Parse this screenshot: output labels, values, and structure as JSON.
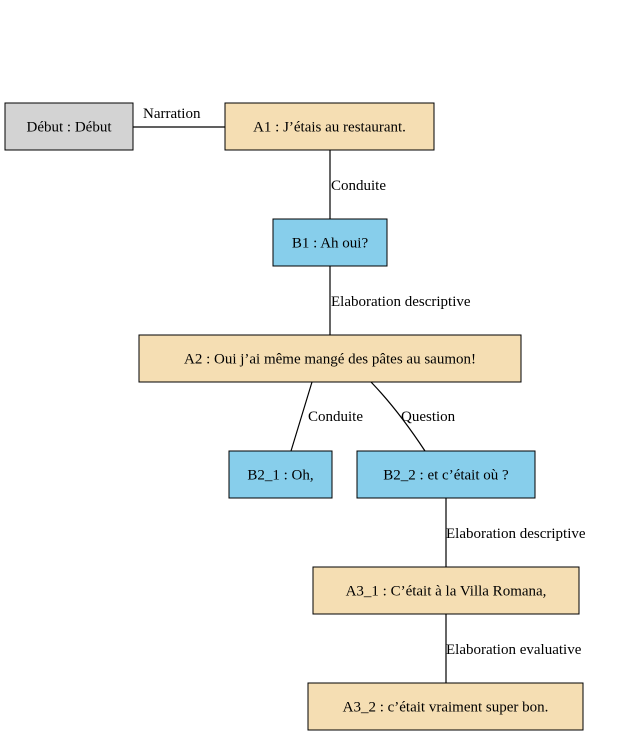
{
  "colors": {
    "start": "#d3d3d3",
    "speaker_a": "#f5deb3",
    "speaker_b": "#87ceeb"
  },
  "nodes": [
    {
      "id": "debut",
      "label": "Début : Début",
      "role": "start"
    },
    {
      "id": "a1",
      "label": "A1 : J’étais au restaurant.",
      "role": "speaker_a"
    },
    {
      "id": "b1",
      "label": "B1 : Ah oui?",
      "role": "speaker_b"
    },
    {
      "id": "a2",
      "label": "A2 : Oui j’ai même mangé des pâtes au saumon!",
      "role": "speaker_a"
    },
    {
      "id": "b2_1",
      "label": "B2_1 : Oh,",
      "role": "speaker_b"
    },
    {
      "id": "b2_2",
      "label": "B2_2 : et c’était où ?",
      "role": "speaker_b"
    },
    {
      "id": "a3_1",
      "label": "A3_1 : C’était à la Villa Romana,",
      "role": "speaker_a"
    },
    {
      "id": "a3_2",
      "label": "A3_2 : c’était vraiment super bon.",
      "role": "speaker_a"
    }
  ],
  "edges": [
    {
      "from": "debut",
      "to": "a1",
      "label": "Narration"
    },
    {
      "from": "a1",
      "to": "b1",
      "label": "Conduite"
    },
    {
      "from": "b1",
      "to": "a2",
      "label": "Elaboration descriptive"
    },
    {
      "from": "a2",
      "to": "b2_1",
      "label": "Conduite"
    },
    {
      "from": "a2",
      "to": "b2_2",
      "label": "Question"
    },
    {
      "from": "b2_2",
      "to": "a3_1",
      "label": "Elaboration descriptive"
    },
    {
      "from": "a3_1",
      "to": "a3_2",
      "label": "Elaboration evaluative"
    }
  ]
}
